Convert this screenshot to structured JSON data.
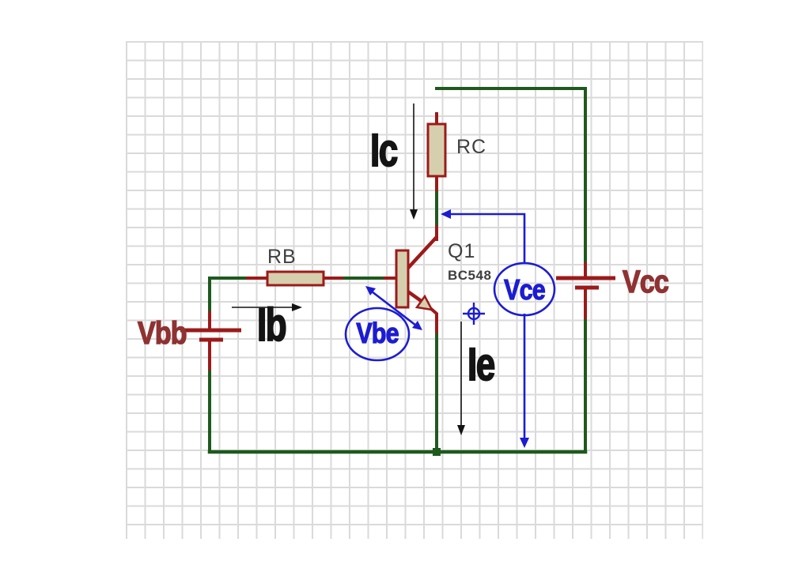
{
  "title": "NPN transistor biasing circuit schematic",
  "colors": {
    "wire": "#1e5a1e",
    "component": "#9c1a1a",
    "component_fill": "#d6cfae",
    "annotation_blue": "#1c1cd2",
    "label_gray": "#3f3f3f",
    "label_darkred": "#8f3232",
    "current_black": "#141414",
    "grid": "#dadada",
    "background": "#ffffff"
  },
  "schematic": {
    "components": [
      {
        "ref": "RC",
        "kind": "resistor"
      },
      {
        "ref": "RB",
        "kind": "resistor"
      },
      {
        "ref": "Q1",
        "part": "BC548",
        "kind": "npn-transistor"
      },
      {
        "ref": "Vbb",
        "kind": "dc-voltage-source"
      },
      {
        "ref": "Vcc",
        "kind": "dc-voltage-source"
      }
    ],
    "labels": {
      "ic": "Ic",
      "rc": "RC",
      "rb": "RB",
      "q1": "Q1",
      "q1_part": "BC548",
      "vce": "Vce",
      "vcc": "Vcc",
      "vbb": "Vbb",
      "ib": "Ib",
      "vbe": "Vbe",
      "ie": "Ie"
    },
    "annotations": {
      "currents": [
        {
          "label": "Ic",
          "direction": "down",
          "location": "collector branch"
        },
        {
          "label": "Ib",
          "direction": "right",
          "location": "base branch"
        },
        {
          "label": "Ie",
          "direction": "down",
          "location": "emitter branch"
        }
      ],
      "voltages": [
        {
          "label": "Vbe",
          "style": "circled, double-headed arrow across base-emitter"
        },
        {
          "label": "Vce",
          "style": "circled, arrows to collector and ground rail"
        }
      ]
    }
  }
}
